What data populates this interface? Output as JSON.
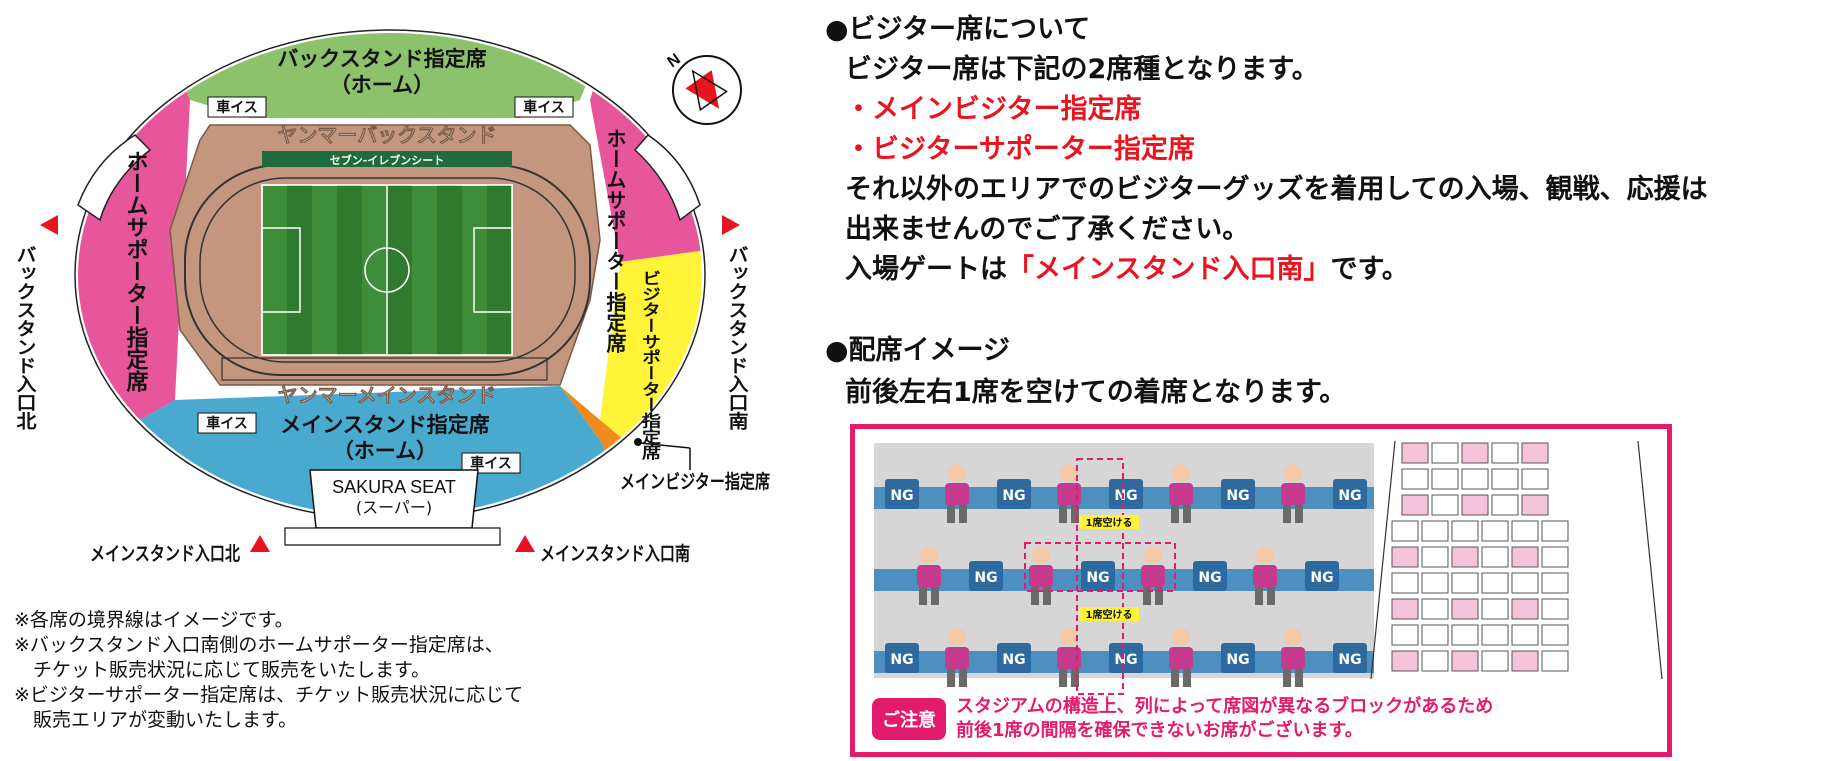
{
  "map": {
    "back_stand_reserved": "バックスタンド指定席",
    "home_paren": "（ホーム）",
    "wheelchair": "車イス",
    "yanmar_back_stand": "ヤンマーバックスタンド",
    "seven_eleven_seat": "セブン-イレブンシート",
    "home_supporter_reserved_left": "ホームサポーター指定席",
    "home_supporter_reserved_right": "ホームサポーター指定席",
    "visitor_supporter_reserved": "ビジターサポーター指定席",
    "yanmar_main_stand": "ヤンマーメインスタンド",
    "main_stand_reserved": "メインスタンド指定席",
    "sakura_seat": "SAKURA SEAT",
    "super_paren": "(スーパー)",
    "main_visitor_reserved": "メインビジター指定席",
    "back_stand_gate_north": "バックスタンド入口北",
    "back_stand_gate_south": "バックスタンド入口南",
    "main_stand_gate_north": "メインスタンド入口北",
    "main_stand_gate_south": "メインスタンド入口南",
    "compass_letter": "N",
    "colors": {
      "green": "#8dc26c",
      "pink": "#e7569a",
      "blue": "#49a9cf",
      "yellow": "#fff43a",
      "orange": "#f08a1c",
      "brown": "#c4967d",
      "pitch": "#3e8d3a"
    }
  },
  "notes": [
    "※各席の境界線はイメージです。",
    "※バックスタンド入口南側のホームサポーター指定席は、",
    "　チケット販売状況に応じて販売をいたします。",
    "※ビジターサポーター指定席は、チケット販売状況に応じて",
    "　販売エリアが変動いたします。"
  ],
  "visitor": {
    "heading": "●ビジター席について",
    "intro": "ビジター席は下記の2席種となります。",
    "item1": "・メインビジター指定席",
    "item2": "・ビジターサポーター指定席",
    "body1": "それ以外のエリアでのビジターグッズを着用しての入場、観戦、応援は",
    "body2": "出来ませんのでご了承ください。",
    "gate_prefix": "入場ゲートは",
    "gate_name": "「メインスタンド入口南」",
    "gate_suffix": "です。"
  },
  "seating": {
    "heading": "●配席イメージ",
    "body": "前後左右1席を空けての着席となります。",
    "ng": "NG",
    "gap_label": "1席空ける",
    "caution_badge": "ご注意",
    "caution_line1": "スタジアムの構造上、列によって席図が異なるブロックがあるため",
    "caution_line2": "前後1席の間隔を確保できないお席がございます。",
    "colors": {
      "accent": "#e31b6d",
      "seat_pink": "#f5c3d9",
      "ng_blue": "#2d6a9f"
    }
  }
}
